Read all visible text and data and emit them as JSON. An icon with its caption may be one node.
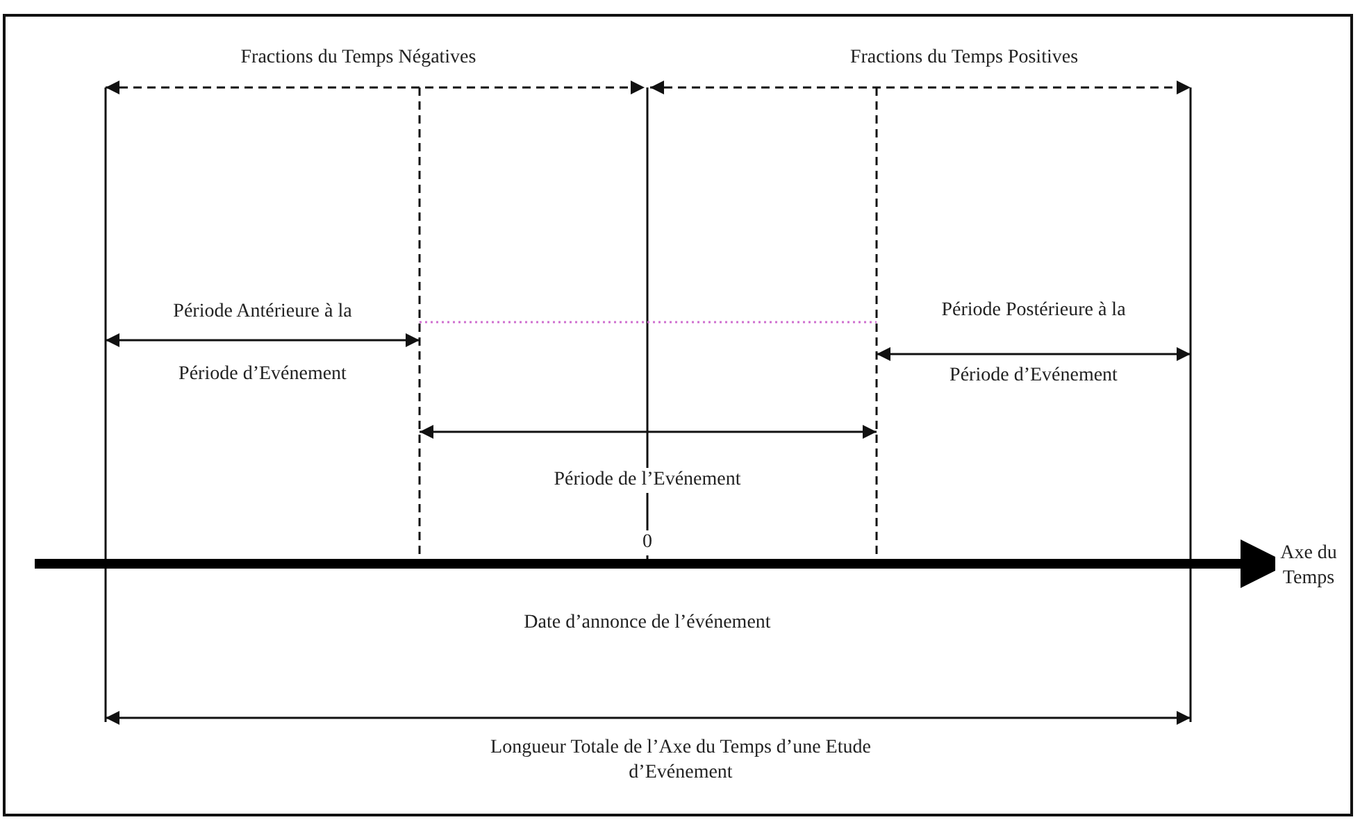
{
  "diagram": {
    "labels": [
      "Fractions du Temps Négatives",
      "Fractions du Temps Positives",
      "Période Antérieure à la",
      "Période Postérieure à la",
      "Période d’Evénement",
      "Période d’Evénement",
      "Période de l’Evénement",
      "0",
      "Axe du Temps",
      "Date d’annonce de l’événement",
      "Longueur Totale de l’Axe du Temps d’une Etude d’Evénement"
    ]
  }
}
